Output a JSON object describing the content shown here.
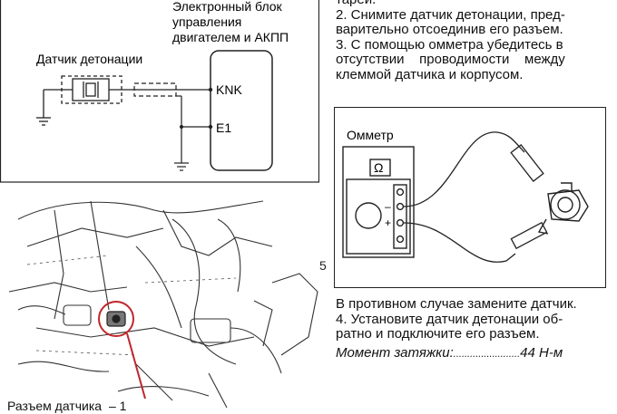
{
  "wiring_diagram": {
    "ecu_label_line1": "Электронный блок",
    "ecu_label_line2": "управления",
    "ecu_label_line3": "двигателем и АКПП",
    "sensor_label": "Датчик детонации",
    "pin_knk": "KNK",
    "pin_e1": "E1"
  },
  "instructions": {
    "line0": "тареи.",
    "step2_l1": "2. Снимите датчик детонации, пред-",
    "step2_l2": "варительно отсоединив его разъем.",
    "step3_l1": "3. С помощью омметра убедитесь в",
    "step3_l2": "отсутствии    проводимости    между",
    "step3_l3": "клеммой датчика и корпусом.",
    "replace_l1": "В противном случае замените датчик.",
    "step4_l1": "4. Установите датчик детонации об-",
    "step4_l2": "ратно и подключите его разъем.",
    "torque_label": "Момент затяжки:",
    "torque_dots": "........................",
    "torque_value": "44 Н-м"
  },
  "ohmmeter": {
    "title": "Омметр",
    "symbol": "Ω",
    "minus": "–",
    "plus": "+"
  },
  "photo": {
    "caption": "Разъем датчика",
    "callout_number": "1",
    "margin_mark": "5"
  }
}
